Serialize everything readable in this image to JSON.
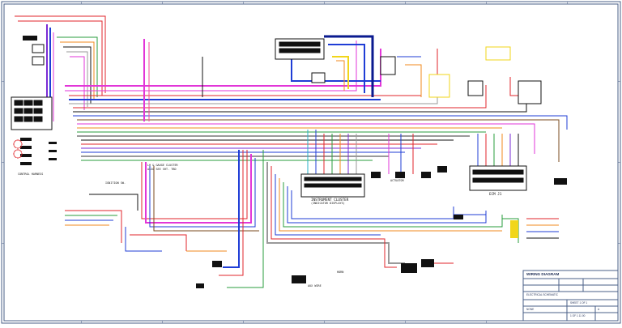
{
  "drawing": {
    "labels": {
      "gauge_cluster": "LH & GAUGE CLUSTER",
      "gauge_cluster_sub": "ALSO SEE SHT. TBD",
      "instrument_cluster": "INSTRUMENT CLUSTER",
      "instrument_cluster_sub": "(INDICATOR DISPLAYS)",
      "ecm_label": "ECM J1",
      "actuator": "ACTUATOR",
      "ignition": "IGNITION SW.",
      "control_harness": "CONTROL HARNESS",
      "aux_wire": "AUX WIRE",
      "horn": "HORN"
    },
    "title_block": {
      "company": "WIRING DIAGRAM",
      "drawing_title": "ELECTRICAL SCHEMATIC",
      "sheet": "SHEET 1 OF 1",
      "scale": "NONE",
      "rev": "A",
      "doc_no": "1 OF 1  11 00"
    },
    "colors": {
      "border": "#4a5f87",
      "red": "#e0262b",
      "blue": "#1f3dd6",
      "navy": "#0a1a8f",
      "magenta": "#e236d8",
      "purple": "#7a2bd6",
      "pink": "#f2479a",
      "orange": "#f08a1c",
      "yellow": "#f1d61a",
      "green": "#2a9d3e",
      "brown": "#7a4a1e",
      "gray": "#9a9a9a",
      "black": "#111111",
      "teal": "#25b0c8"
    }
  }
}
